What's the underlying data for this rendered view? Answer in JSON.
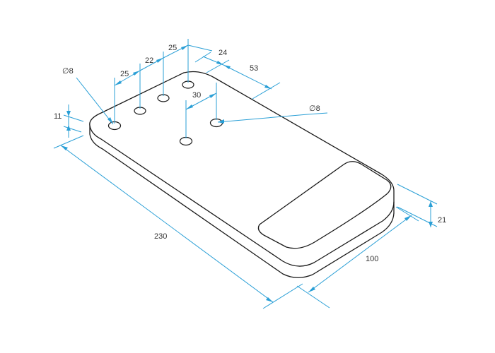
{
  "colors": {
    "outline": "#1a1a1a",
    "dimension": "#2a9fd6",
    "text": "#333333",
    "background": "#ffffff"
  },
  "dimensions": {
    "hole_dia_left": "∅8",
    "hole_dia_right": "∅8",
    "spacing_a": "25",
    "spacing_b": "22",
    "spacing_c": "25",
    "offset_top": "24",
    "offset_53": "53",
    "offset_30": "30",
    "edge_11": "11",
    "length": "230",
    "width": "100",
    "height": "21"
  }
}
